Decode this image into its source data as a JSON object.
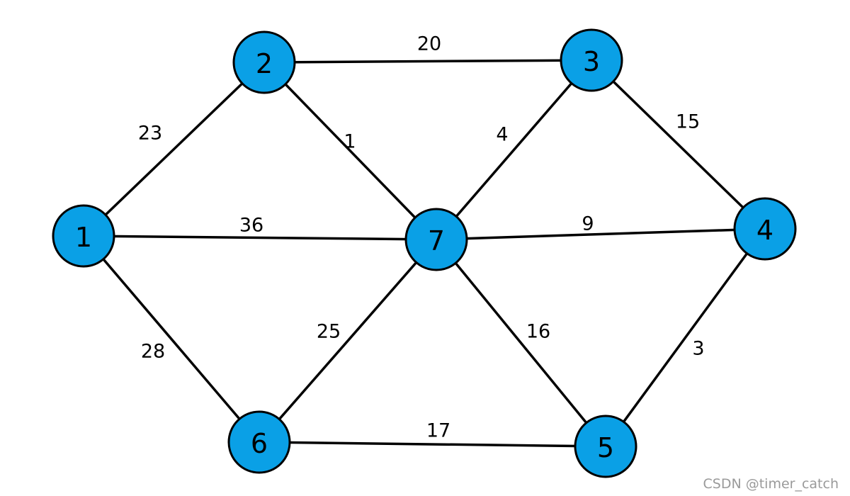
{
  "graph": {
    "node_color": "#0aa0e6",
    "node_border": "#000000",
    "edge_color": "#000000",
    "nodes": [
      {
        "id": "1",
        "label": "1"
      },
      {
        "id": "2",
        "label": "2"
      },
      {
        "id": "3",
        "label": "3"
      },
      {
        "id": "4",
        "label": "4"
      },
      {
        "id": "5",
        "label": "5"
      },
      {
        "id": "6",
        "label": "6"
      },
      {
        "id": "7",
        "label": "7"
      }
    ],
    "edges": [
      {
        "from": "1",
        "to": "2",
        "weight": "23"
      },
      {
        "from": "1",
        "to": "7",
        "weight": "36"
      },
      {
        "from": "1",
        "to": "6",
        "weight": "28"
      },
      {
        "from": "2",
        "to": "3",
        "weight": "20"
      },
      {
        "from": "2",
        "to": "7",
        "weight": "1"
      },
      {
        "from": "3",
        "to": "7",
        "weight": "4"
      },
      {
        "from": "3",
        "to": "4",
        "weight": "15"
      },
      {
        "from": "7",
        "to": "4",
        "weight": "9"
      },
      {
        "from": "7",
        "to": "6",
        "weight": "25"
      },
      {
        "from": "7",
        "to": "5",
        "weight": "16"
      },
      {
        "from": "4",
        "to": "5",
        "weight": "3"
      },
      {
        "from": "6",
        "to": "5",
        "weight": "17"
      }
    ]
  },
  "watermark": "CSDN @timer_catch"
}
